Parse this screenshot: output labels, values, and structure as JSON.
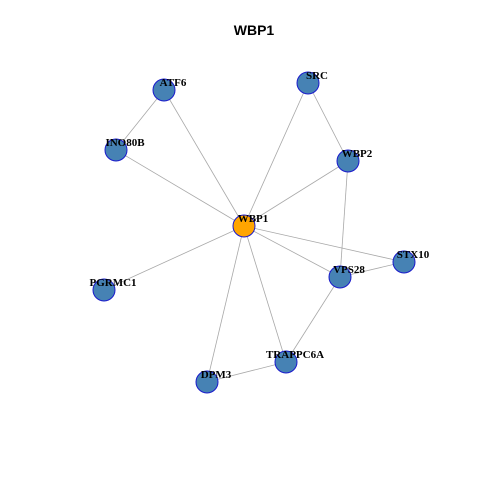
{
  "title": "WBP1",
  "colors": {
    "center_fill": "#ffa500",
    "node_fill": "#4682b4",
    "node_stroke": "#1a1acc",
    "edge": "#a8a8a8"
  },
  "nodes": [
    {
      "id": "WBP1",
      "label": "WBP1",
      "center": true
    },
    {
      "id": "ATF6",
      "label": "ATF6"
    },
    {
      "id": "SRC",
      "label": "SRC"
    },
    {
      "id": "INO80B",
      "label": "INO80B"
    },
    {
      "id": "WBP2",
      "label": "WBP2"
    },
    {
      "id": "STX10",
      "label": "STX10"
    },
    {
      "id": "VPS28",
      "label": "VPS28"
    },
    {
      "id": "PGRMC1",
      "label": "PGRMC1"
    },
    {
      "id": "TRAPPC6A",
      "label": "TRAPPC6A"
    },
    {
      "id": "DPM3",
      "label": "DPM3"
    }
  ],
  "edges": [
    [
      "WBP1",
      "ATF6"
    ],
    [
      "WBP1",
      "SRC"
    ],
    [
      "WBP1",
      "INO80B"
    ],
    [
      "WBP1",
      "WBP2"
    ],
    [
      "WBP1",
      "STX10"
    ],
    [
      "WBP1",
      "VPS28"
    ],
    [
      "WBP1",
      "PGRMC1"
    ],
    [
      "WBP1",
      "TRAPPC6A"
    ],
    [
      "WBP1",
      "DPM3"
    ],
    [
      "ATF6",
      "INO80B"
    ],
    [
      "SRC",
      "WBP2"
    ],
    [
      "WBP2",
      "VPS28"
    ],
    [
      "VPS28",
      "STX10"
    ],
    [
      "VPS28",
      "TRAPPC6A"
    ],
    [
      "TRAPPC6A",
      "DPM3"
    ]
  ]
}
